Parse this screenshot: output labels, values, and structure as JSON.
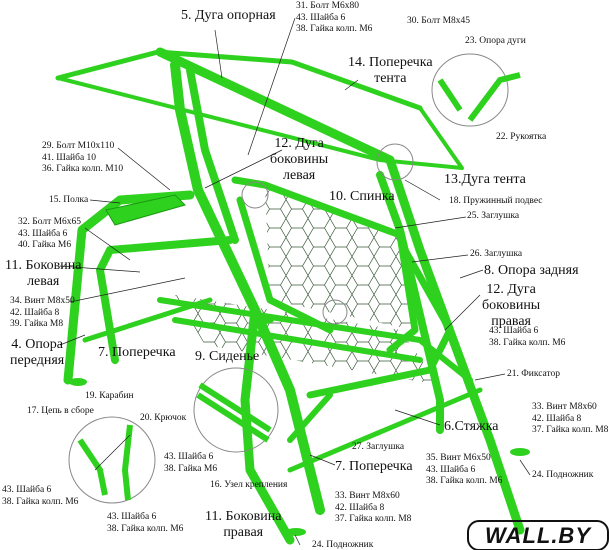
{
  "colors": {
    "tube": "#2fd11f",
    "tube_dark": "#1a9a10",
    "mesh": "#3a5a3a",
    "leader": "#222222"
  },
  "labels": {
    "dyga_opornaya": [
      "5. Дуга опорная"
    ],
    "bolt_m6x80": [
      "31. Болт M6x80",
      "43. Шайба 6",
      "38. Гайка колп. M6"
    ],
    "bolt_m8x45": [
      "30. Болт M8x45"
    ],
    "opora_dugi": [
      "23. Опора дуги"
    ],
    "poperechka_tenta": [
      "14. Поперечка",
      "тента"
    ],
    "rukoyatka": [
      "22. Рукоятка"
    ],
    "bolt_m10x110": [
      "29. Болт M10x110",
      "41. Шайба 10",
      "36. Гайка колп. M10"
    ],
    "duga_bokoviny_levaya": [
      "12. Дуга",
      "боковины",
      "левая"
    ],
    "duga_tenta": [
      "13.Дуга тента"
    ],
    "pruzhinny_podves": [
      "18. Пружинный подвес"
    ],
    "polka": [
      "15. Полка"
    ],
    "spinka": [
      "10. Спинка"
    ],
    "zaglushka_25": [
      "25. Заглушка"
    ],
    "bolt_m6x65": [
      "32. Болт M6x65",
      "43. Шайба 6",
      "40. Гайка M6"
    ],
    "zaglushka_26": [
      "26. Заглушка"
    ],
    "opora_zadnyaya": [
      "8. Опора задняя"
    ],
    "bokovina_levaya": [
      "11. Боковина",
      "левая"
    ],
    "vint_m8x50": [
      "34. Винт M8x50",
      "42. Шайба 8",
      "39. Гайка M8"
    ],
    "duga_bokoviny_pravaya": [
      "12. Дуга",
      "боковины",
      "правая"
    ],
    "shaiba_gaika_right": [
      "43. Шайба 6",
      "38. Гайка колп. M6"
    ],
    "opora_perednyaya": [
      "4. Опора",
      "передняя"
    ],
    "poperechka_front": [
      "7. Поперечка"
    ],
    "sidenye": [
      "9. Сиденье"
    ],
    "fiksator": [
      "21. Фиксатор"
    ],
    "karabin": [
      "19. Карабин"
    ],
    "tsep": [
      "17. Цепь в сборе"
    ],
    "kryuchok": [
      "20. Крючок"
    ],
    "vint_m8x60_right": [
      "33. Винт M8x60",
      "42. Шайба 8",
      "37. Гайка колп. M8"
    ],
    "styazhka": [
      "6.Стяжка"
    ],
    "shaiba_gaika_m6_seat": [
      "43. Шайба 6",
      "38. Гайка M6"
    ],
    "zaglushka_27": [
      "27. Заглушка"
    ],
    "vint_m6x50": [
      "35. Винт M6x50",
      "43. Шайба 6",
      "38. Гайка колп. M6"
    ],
    "poperechka_rear": [
      "7. Поперечка"
    ],
    "shaiba_gaika_chain_left": [
      "43. Шайба 6",
      "38. Гайка колп. M6"
    ],
    "uzel_krepleniya": [
      "16. Узел крепления"
    ],
    "podnozhnik_right": [
      "24. Подножник"
    ],
    "vint_m8x60_bottom": [
      "33. Винт M8x60",
      "42. Шайба 8",
      "37. Гайка колп. M8"
    ],
    "shaiba_gaika_chain_bottom": [
      "43. Шайба 6",
      "38. Гайка колп. M6"
    ],
    "bokovina_pravaya": [
      "11. Боковина",
      "правая"
    ],
    "podnozhnik_bottom": [
      "24. Подножник"
    ]
  },
  "logo": "WALL.BY"
}
